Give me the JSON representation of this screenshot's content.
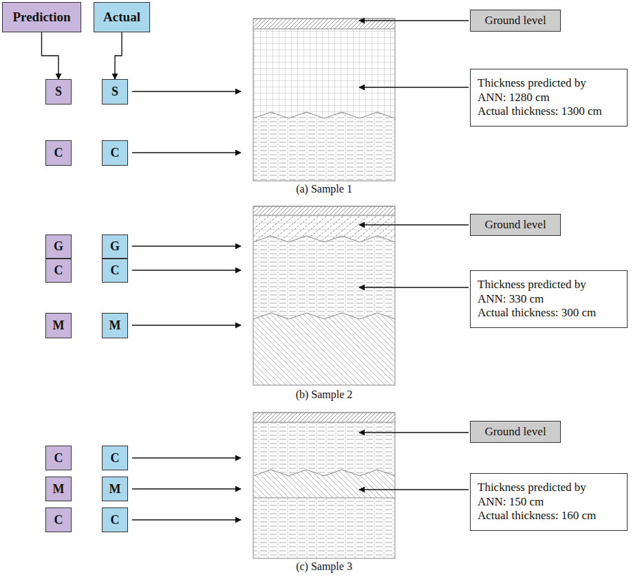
{
  "diagram": {
    "nodes": [
      {
        "text": [
          "Prediction"
        ]
      },
      {
        "text": [
          "Actual"
        ]
      },
      {
        "text": [
          "Ground level"
        ]
      },
      {
        "text": [
          "S"
        ]
      },
      {
        "text": [
          "S"
        ]
      },
      {
        "text": [
          "Thickness predicted by ANN: 1280 cm",
          "Actual thickness: 1300 cm"
        ]
      },
      {
        "text": [
          "C"
        ]
      },
      {
        "text": [
          "C"
        ]
      },
      {
        "text": [
          "G"
        ]
      },
      {
        "text": [
          "G"
        ]
      },
      {
        "text": [
          "Ground level"
        ]
      },
      {
        "text": [
          "C"
        ]
      },
      {
        "text": [
          "C"
        ]
      },
      {
        "text": [
          "Thickness predicted by ANN: 330 cm",
          "Actual thickness: 300 cm"
        ]
      },
      {
        "text": [
          "M"
        ]
      },
      {
        "text": [
          "M"
        ]
      },
      {
        "text": [
          "Ground level"
        ]
      },
      {
        "text": [
          "C"
        ]
      },
      {
        "text": [
          "C"
        ]
      },
      {
        "text": [
          "M"
        ]
      },
      {
        "text": [
          "Thickness predicted by ANN: 150 cm",
          "Actual thickness: 160 cm"
        ]
      },
      {
        "text": [
          "M"
        ]
      },
      {
        "text": [
          "C"
        ]
      },
      {
        "text": [
          "C"
        ]
      }
    ],
    "edges": [
      {
        "from": 0,
        "to": 3,
        "arrow": "to"
      },
      {
        "from": 1,
        "to": 4,
        "arrow": "to"
      }
    ],
    "labels": [
      "(a) Sample 1",
      "(b) Sample 2",
      "(c) Sample 3"
    ]
  }
}
